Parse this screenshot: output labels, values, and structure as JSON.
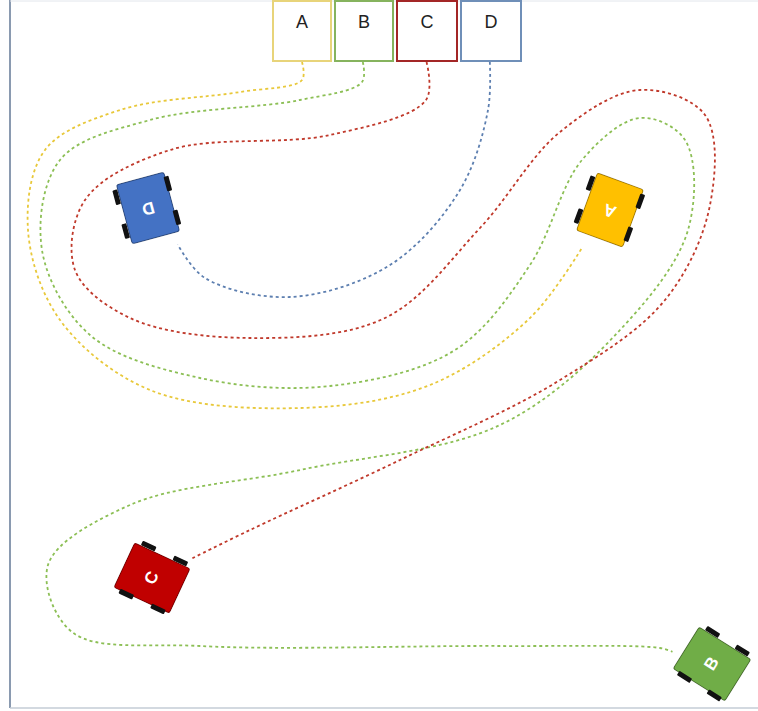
{
  "diagram": {
    "nodes": [
      {
        "text": [
          "A"
        ]
      },
      {
        "text": [
          "B"
        ]
      },
      {
        "text": [
          "C"
        ]
      },
      {
        "text": [
          "D"
        ]
      },
      {
        "text": [
          "D"
        ]
      },
      {
        "text": [
          "A"
        ]
      },
      {
        "text": [
          "C"
        ]
      },
      {
        "text": [
          "B"
        ]
      }
    ],
    "edges": [
      {
        "from": 0,
        "to": 5,
        "arrow": "none"
      },
      {
        "from": 1,
        "to": 7,
        "arrow": "none"
      },
      {
        "from": 2,
        "to": 6,
        "arrow": "none"
      },
      {
        "from": 3,
        "to": 4,
        "arrow": "none"
      }
    ]
  }
}
